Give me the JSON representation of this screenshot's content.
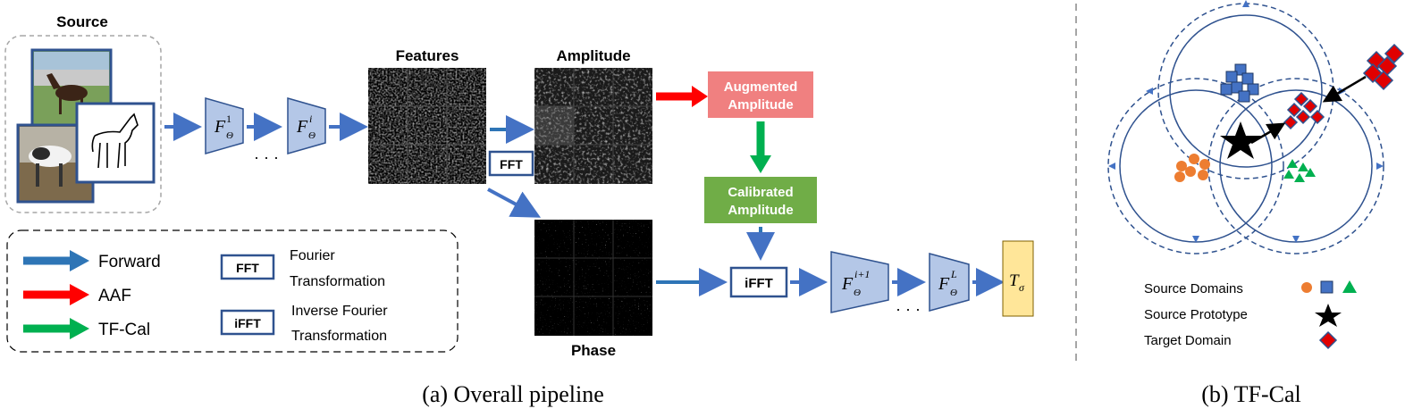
{
  "pipeline": {
    "source_label": "Source",
    "features_label": "Features",
    "amplitude_label": "Amplitude",
    "phase_label": "Phase",
    "fft_label": "FFT",
    "ifft_label": "iFFT",
    "augmented_line1": "Augmented",
    "augmented_line2": "Amplitude",
    "calibrated_line1": "Calibrated",
    "calibrated_line2": "Amplitude",
    "layer_first": {
      "base": "F",
      "sub": "Θ",
      "sup": "1"
    },
    "layer_i": {
      "base": "F",
      "sub": "Θ",
      "sup": "i"
    },
    "layer_i1": {
      "base": "F",
      "sub": "Θ",
      "sup": "i+1"
    },
    "layer_L": {
      "base": "F",
      "sub": "Θ",
      "sup": "L"
    },
    "classifier": {
      "base": "T",
      "sub": "σ"
    },
    "ellipsis": "· · ·",
    "caption": "(a) Overall pipeline"
  },
  "legend": {
    "forward": "Forward",
    "aaf": "AAF",
    "tfcal": "TF-Cal",
    "fft_box": "FFT",
    "fft_desc1": "Fourier",
    "fft_desc2": "Transformation",
    "ifft_box": "iFFT",
    "ifft_desc1": "Inverse Fourier",
    "ifft_desc2": "Transformation"
  },
  "tfcal": {
    "source_domains": "Source Domains",
    "source_prototype": "Source Prototype",
    "target_domain": "Target Domain",
    "caption": "(b) TF-Cal"
  },
  "colors": {
    "forward_blue": "#2e75b6",
    "aaf_red": "#ff0000",
    "tfcal_green": "#00b050",
    "augmented_fill": "#f08080",
    "calibrated_fill": "#70ad47",
    "layer_fill": "#b4c7e7",
    "layer_stroke": "#2f528f",
    "classifier_fill": "#ffe699",
    "orange": "#ed7d31",
    "square_blue": "#4472c4",
    "green": "#00b050",
    "target_red": "#e00000"
  }
}
